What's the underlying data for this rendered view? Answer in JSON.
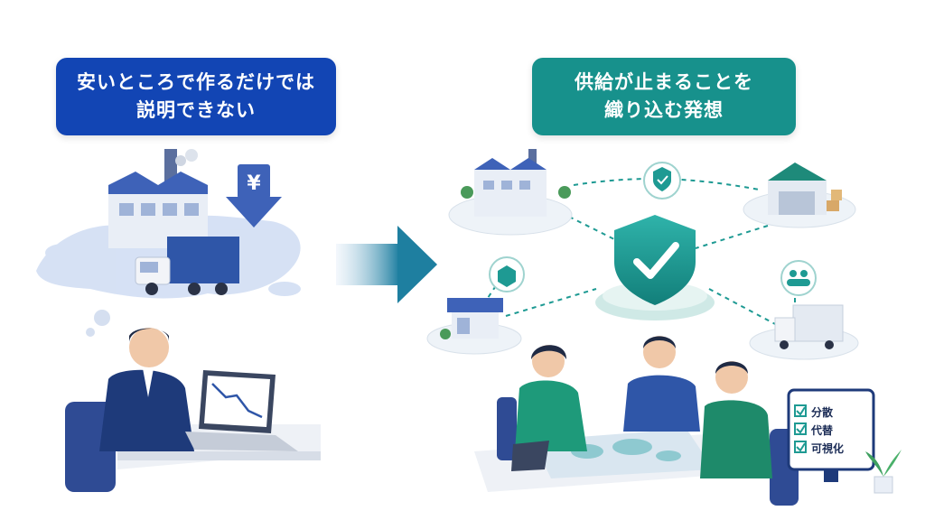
{
  "left_banner": {
    "line1": "安いところで作るだけでは",
    "line2": "説明できない"
  },
  "right_banner": {
    "line1": "供給が止まることを",
    "line2": "織り込む発想"
  },
  "yen_symbol": "¥",
  "checklist": [
    "分散",
    "代替",
    "可視化"
  ],
  "colors": {
    "left_banner": "#1245b4",
    "right_banner": "#17918c",
    "accent_teal": "#1e9a93",
    "factory_blue": "#3e62b8"
  },
  "icons": [
    "factory-icon",
    "yen-down-arrow-icon",
    "truck-icon",
    "laptop-falling-chart-icon",
    "shield-check-icon",
    "warehouse-icon",
    "store-icon",
    "box-icon",
    "people-icon",
    "checklist-board-icon",
    "plant-icon"
  ]
}
